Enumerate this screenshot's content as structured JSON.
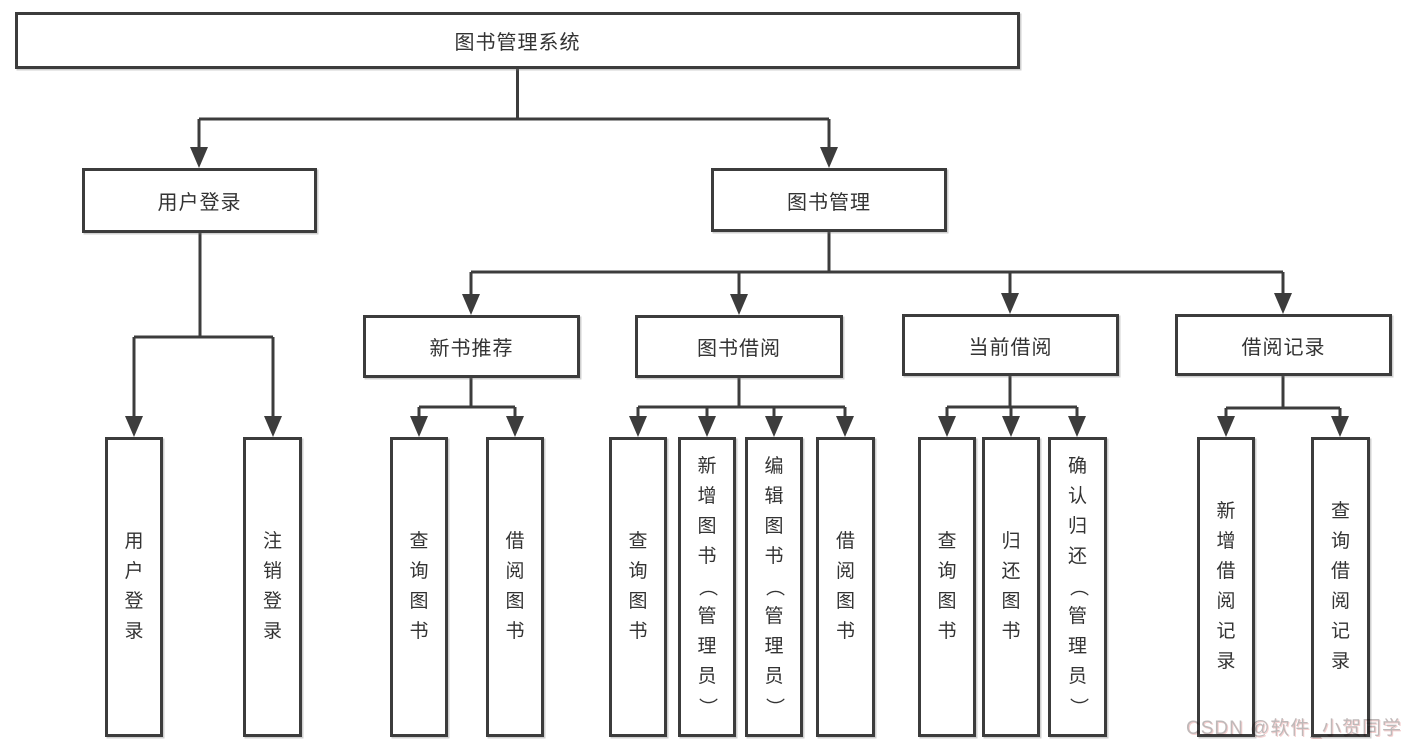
{
  "diagram": {
    "title": "图书管理系统",
    "watermark": "CSDN @软件_小贺同学",
    "colors": {
      "line": "#3c3c3c",
      "text": "#333333",
      "background": "#ffffff",
      "watermark": "#bfb9b9"
    },
    "nodes": {
      "root": {
        "label": "图书管理系统"
      },
      "level2": [
        {
          "label": "用户登录",
          "parent": "图书管理系统"
        },
        {
          "label": "图书管理",
          "parent": "图书管理系统"
        }
      ],
      "level3": [
        {
          "label": "新书推荐",
          "parent": "图书管理"
        },
        {
          "label": "图书借阅",
          "parent": "图书管理"
        },
        {
          "label": "当前借阅",
          "parent": "图书管理"
        },
        {
          "label": "借阅记录",
          "parent": "图书管理"
        }
      ],
      "leaves": [
        {
          "label": "用户登录",
          "parent": "用户登录"
        },
        {
          "label": "注销登录",
          "parent": "用户登录"
        },
        {
          "label": "查询图书",
          "parent": "新书推荐"
        },
        {
          "label": "借阅图书",
          "parent": "新书推荐"
        },
        {
          "label": "查询图书",
          "parent": "图书借阅"
        },
        {
          "label": "新增图书（管理员）",
          "parent": "图书借阅"
        },
        {
          "label": "编辑图书（管理员）",
          "parent": "图书借阅"
        },
        {
          "label": "借阅图书",
          "parent": "图书借阅"
        },
        {
          "label": "查询图书",
          "parent": "当前借阅"
        },
        {
          "label": "归还图书",
          "parent": "当前借阅"
        },
        {
          "label": "确认归还（管理员）",
          "parent": "当前借阅"
        },
        {
          "label": "新增借阅记录",
          "parent": "借阅记录"
        },
        {
          "label": "查询借阅记录",
          "parent": "借阅记录"
        }
      ]
    }
  }
}
